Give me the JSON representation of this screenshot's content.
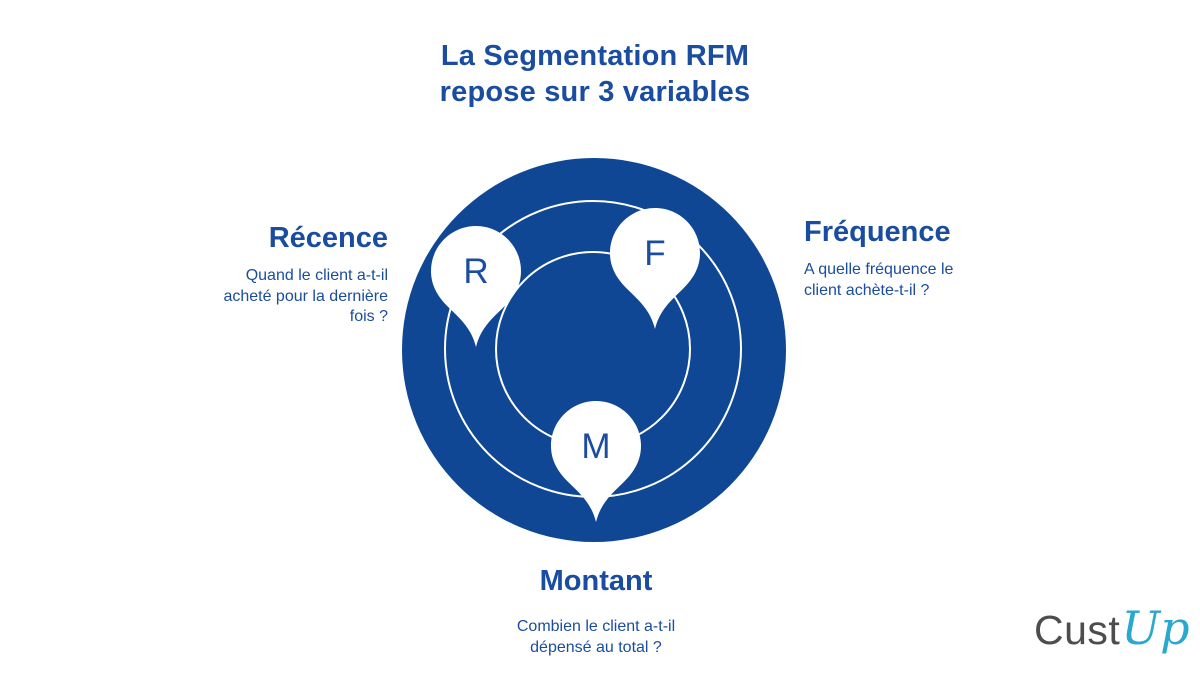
{
  "title": {
    "line1": "La Segmentation RFM",
    "line2": "repose sur 3 variables"
  },
  "diagram": {
    "pins": [
      {
        "id": "recency",
        "letter": "R"
      },
      {
        "id": "frequency",
        "letter": "F"
      },
      {
        "id": "monetary",
        "letter": "M"
      }
    ]
  },
  "labels": {
    "recency": {
      "heading": "Récence",
      "description": "Quand le client a-t-il\nacheté pour la dernière\nfois ?"
    },
    "frequency": {
      "heading": "Fréquence",
      "description": "A quelle fréquence le\nclient achète-t-il ?"
    },
    "monetary": {
      "heading": "Montant",
      "description": "Combien le client a-t-il\ndépensé au total ?"
    }
  },
  "logo": {
    "part1": "Cust",
    "part2": "Up"
  },
  "colors": {
    "background": "#ffffff",
    "text_blue": "#1a4c9f",
    "circle_blue": "#0f4795",
    "pin_white": "#ffffff",
    "logo_gray": "#4d4d4f",
    "logo_cyan": "#2aa9ce"
  }
}
